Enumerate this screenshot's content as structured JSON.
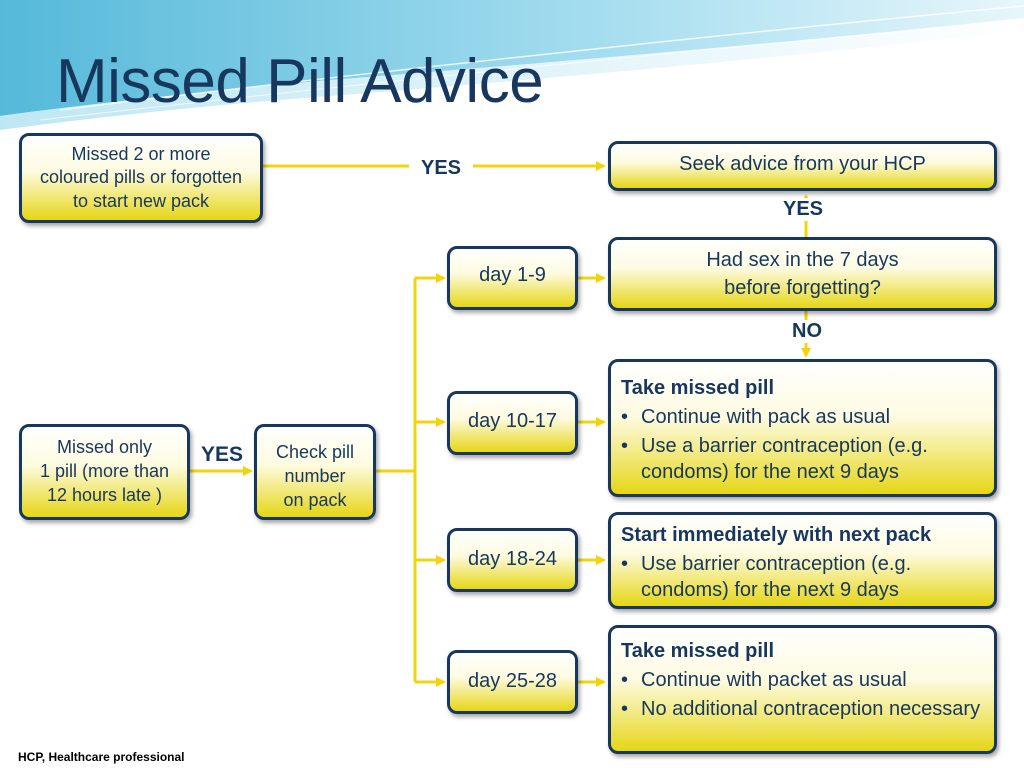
{
  "slide": {
    "title": "Missed Pill Advice",
    "footnote": "HCP, Healthcare professional"
  },
  "nodes": {
    "missed2": {
      "lines": [
        "Missed 2 or more",
        "coloured pills or forgotten",
        "to start new pack"
      ]
    },
    "seek": {
      "lines": [
        "Seek advice from your HCP"
      ]
    },
    "hadsex": {
      "lines": [
        "Had sex in the 7 days",
        "before forgetting?"
      ]
    },
    "missed1": {
      "lines": [
        "Missed only",
        "1 pill (more than",
        "12 hours late )"
      ]
    },
    "check": {
      "lines": [
        "Check pill",
        "number",
        "on pack"
      ]
    },
    "day1": {
      "label": "day 1-9"
    },
    "day10": {
      "label": "day 10-17"
    },
    "day18": {
      "label": "day 18-24"
    },
    "day25": {
      "label": "day 25-28"
    },
    "advice10": {
      "heading": "Take missed pill",
      "bullets": [
        "Continue with pack as usual",
        "Use a barrier contraception (e.g. condoms) for the next 9 days"
      ]
    },
    "advice18": {
      "heading": "Start immediately with next pack",
      "bullets": [
        "Use barrier contraception (e.g. condoms) for the next 9 days"
      ]
    },
    "advice25": {
      "heading": "Take missed pill",
      "bullets": [
        "Continue with packet as usual",
        "No additional contraception necessary"
      ]
    }
  },
  "edge_labels": {
    "missed2_to_seek": "YES",
    "hadsex_to_seek": "YES",
    "hadsex_to_advice": "NO",
    "missed1_to_check": "YES"
  },
  "bullet_char": "•",
  "colors": {
    "box_border": "#17375e",
    "text": "#17375e",
    "connector": "#f2d40e",
    "box_fill_top": "#ffffff",
    "box_fill_bottom": "#e6d616",
    "background_wave": "#8fd3e6"
  }
}
